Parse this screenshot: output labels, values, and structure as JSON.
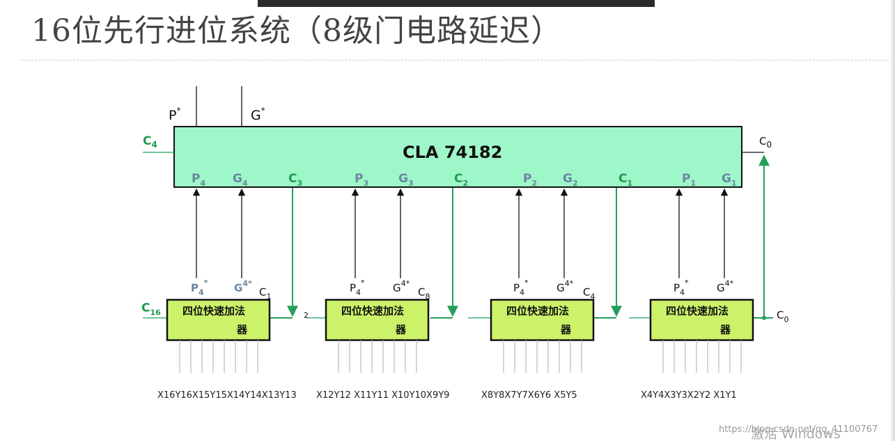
{
  "title": "16位先行进位系统（8级门电路延迟）",
  "cla": {
    "name": "CLA  74182",
    "outputs": {
      "p_star": "P",
      "g_star": "G",
      "star": "*"
    },
    "left_carry": {
      "main": "C",
      "sub": "4"
    },
    "right_carry": {
      "main": "C",
      "sub": "0"
    },
    "pins": [
      {
        "main": "P",
        "sub": "4",
        "kind": "blue"
      },
      {
        "main": "G",
        "sub": "4",
        "kind": "blue"
      },
      {
        "main": "C",
        "sub": "3",
        "kind": "green"
      },
      {
        "main": "P",
        "sub": "3",
        "kind": "blue"
      },
      {
        "main": "G",
        "sub": "3",
        "kind": "blue"
      },
      {
        "main": "C",
        "sub": "2",
        "kind": "green"
      },
      {
        "main": "P",
        "sub": "2",
        "kind": "blue"
      },
      {
        "main": "G",
        "sub": "2",
        "kind": "blue"
      },
      {
        "main": "C",
        "sub": "1",
        "kind": "green"
      },
      {
        "main": "P",
        "sub": "1",
        "kind": "blue"
      },
      {
        "main": "G",
        "sub": "1",
        "kind": "blue"
      }
    ]
  },
  "adders": [
    {
      "label_line1": "四位快速加法",
      "label_line2": "器",
      "p_label": {
        "main": "P",
        "sub": "4",
        "sup": "*"
      },
      "g_label": {
        "main": "G",
        "sup": "4*"
      },
      "carry_out": {
        "main": "C",
        "sub": "1"
      },
      "carry_in": {
        "main": "C",
        "sub": "16"
      },
      "inputs": "X16Y16X15Y15X14Y14X13Y13"
    },
    {
      "label_line1": "四位快速加法",
      "label_line2": "器",
      "p_label": {
        "main": "P",
        "sub": "4",
        "sup": "*"
      },
      "g_label": {
        "main": "G",
        "sup": "4*"
      },
      "carry_out": {
        "main": "C",
        "sub": "8"
      },
      "carry_in": {
        "main": "",
        "sub": "2"
      },
      "inputs": "X12Y12 X11Y11 X10Y10X9Y9"
    },
    {
      "label_line1": "四位快速加法",
      "label_line2": "器",
      "p_label": {
        "main": "P",
        "sub": "4",
        "sup": "*"
      },
      "g_label": {
        "main": "G",
        "sup": "4*"
      },
      "carry_out": {
        "main": "C",
        "sub": "4"
      },
      "inputs": "X8Y8X7Y7X6Y6 X5Y5"
    },
    {
      "label_line1": "四位快速加法",
      "label_line2": "器",
      "p_label": {
        "main": "P",
        "sub": "4",
        "sup": "*"
      },
      "g_label": {
        "main": "G",
        "sup": "4*"
      },
      "carry_in": {
        "main": "C",
        "sub": "0"
      },
      "inputs": "X4Y4X3Y3X2Y2 X1Y1"
    }
  ],
  "watermark": {
    "url": "https://blog.csdn.net/qq_41100767",
    "windows": "激活 Windows"
  },
  "colors": {
    "cla_fill": "#9ef7c8",
    "adder_fill": "#ccf26a",
    "green_wire": "#22a05a",
    "black_wire": "#111111"
  }
}
